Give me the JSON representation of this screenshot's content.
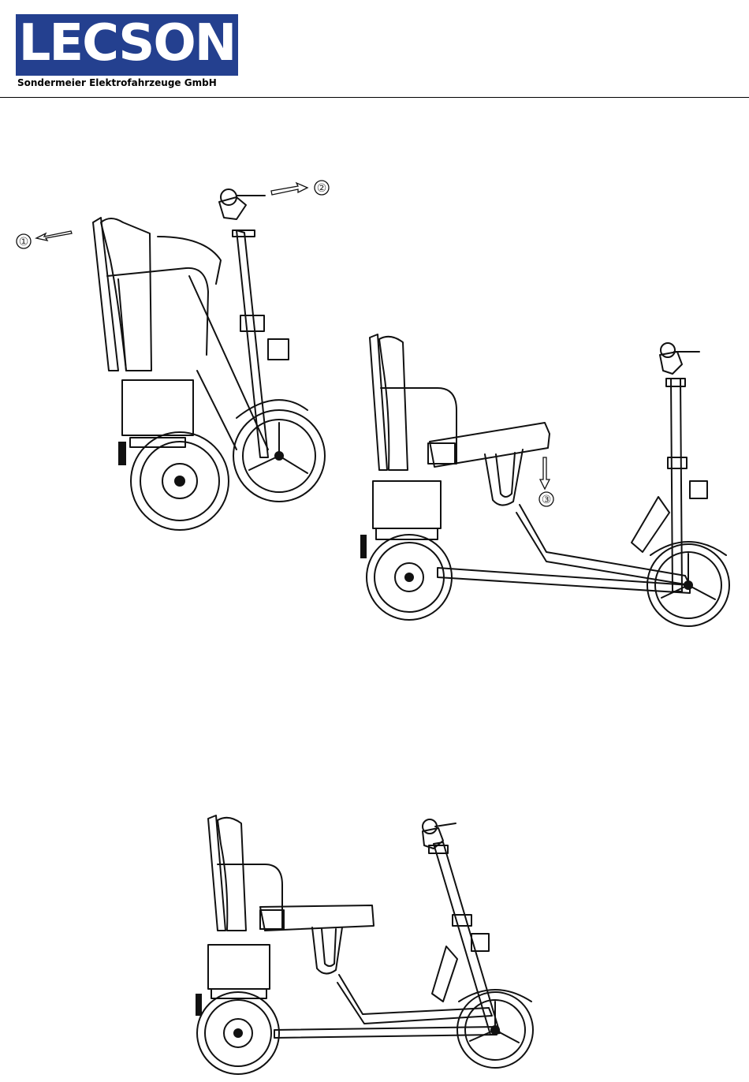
{
  "header": {
    "logo_text": "LECSON",
    "company_name": "Sondermeier Elektrofahrzeuge GmbH",
    "brand_color": "#24408f"
  },
  "figures": [
    {
      "name": "folded-scooter",
      "markers": [
        "①",
        "②"
      ]
    },
    {
      "name": "unfolding-scooter",
      "markers": [
        "③"
      ]
    },
    {
      "name": "unfolded-scooter",
      "markers": []
    }
  ]
}
